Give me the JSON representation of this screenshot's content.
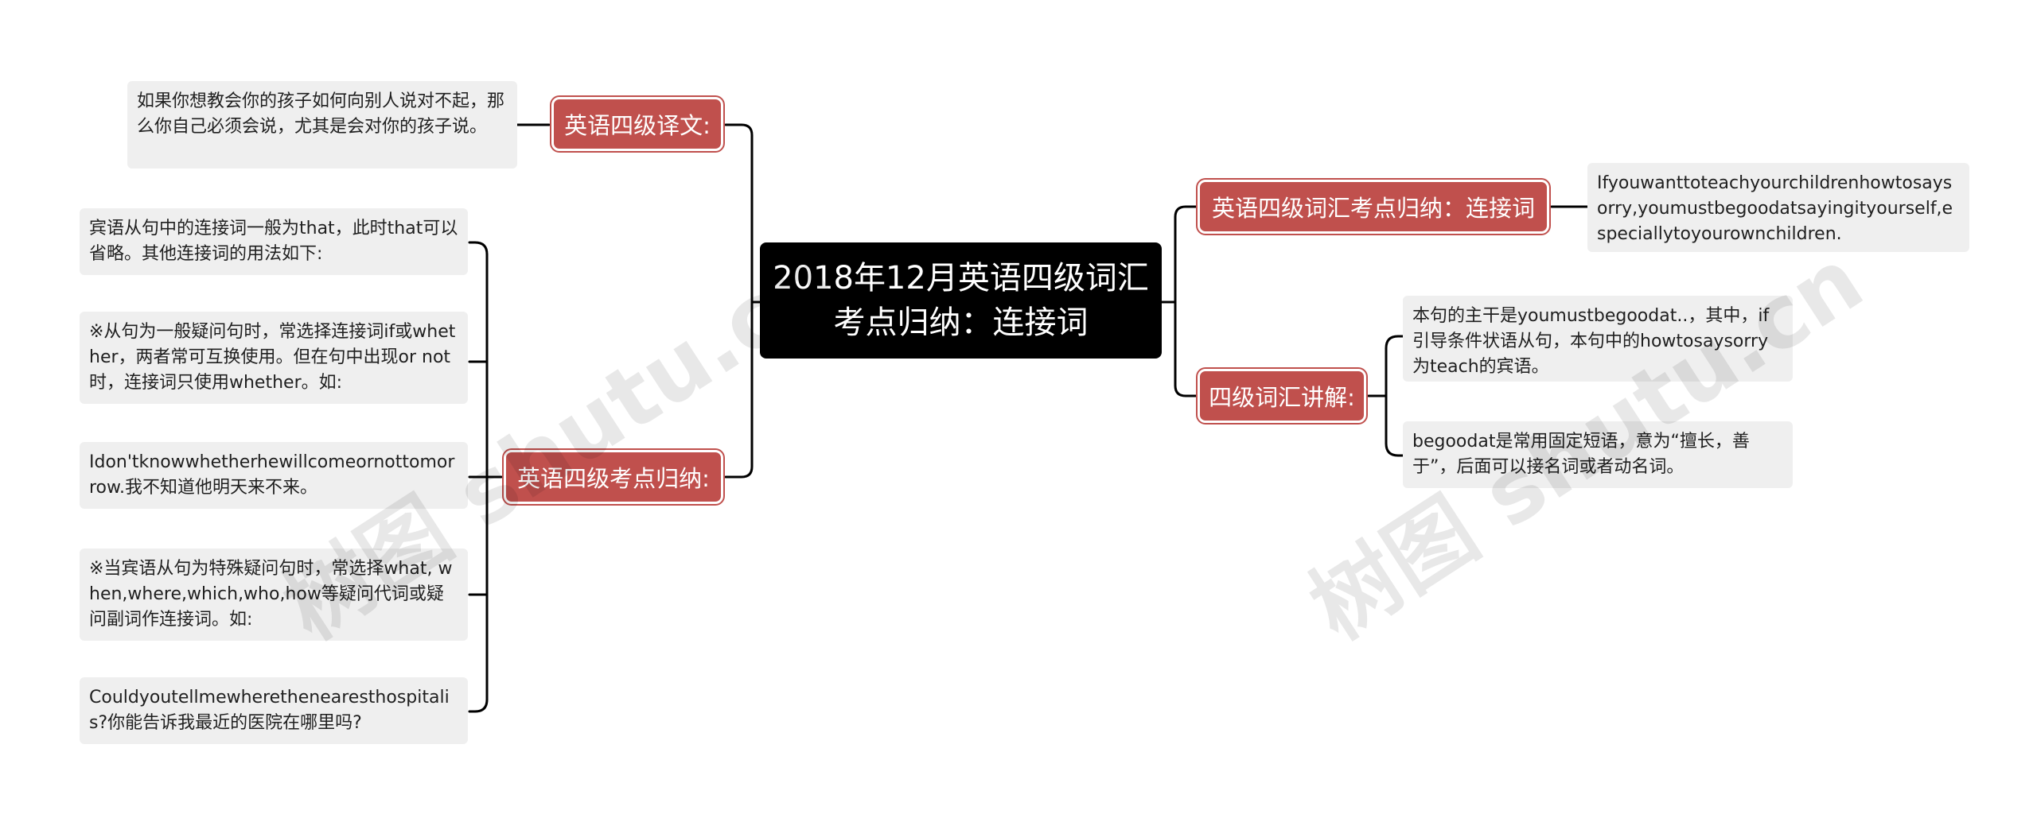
{
  "root": {
    "title": "2018年12月英语四级词汇考点归纳：连接词"
  },
  "branches": {
    "translation": {
      "label": "英语四级译文:",
      "leaves": [
        "如果你想教会你的孩子如何向别人说对不起，那么你自己必须会说，尤其是会对你的孩子说。"
      ]
    },
    "summary": {
      "label": "英语四级考点归纳:",
      "leaves": [
        "宾语从句中的连接词一般为that，此时that可以省略。其他连接词的用法如下:",
        "※从句为一般疑问句时，常选择连接词if或whether，两者常可互换使用。但在句中出现or not时，连接词只使用whether。如:",
        "Idon'tknowwhetherhewillcomeornottomorrow.我不知道他明天来不来。",
        "※当宾语从句为特殊疑问句时，常选择what, when,where,which,who,how等疑问代词或疑问副词作连接词。如:",
        "Couldyoutellmewherethenearesthospitalis?你能告诉我最近的医院在哪里吗?"
      ]
    },
    "vocab": {
      "label": "英语四级词汇考点归纳：连接词",
      "leaves": [
        "Ifyouwanttoteachyourchildrenhowtosaysorry,youmustbegoodatsayingityourself,especiallytoyourownchildren."
      ]
    },
    "explain": {
      "label": "四级词汇讲解:",
      "leaves": [
        "本句的主干是youmustbegoodat..，其中，if引导条件状语从句，本句中的howtosaysorry为teach的宾语。",
        "begoodat是常用固定短语，意为“擅长，善于”，后面可以接名词或者动名词。"
      ]
    }
  },
  "watermarks": [
    "树图 shutu.cn",
    "树图 shutu.cn"
  ],
  "colors": {
    "root_bg": "#000000",
    "branch_bg": "#c0504d",
    "leaf_bg": "#efefef",
    "connector": "#000000"
  }
}
